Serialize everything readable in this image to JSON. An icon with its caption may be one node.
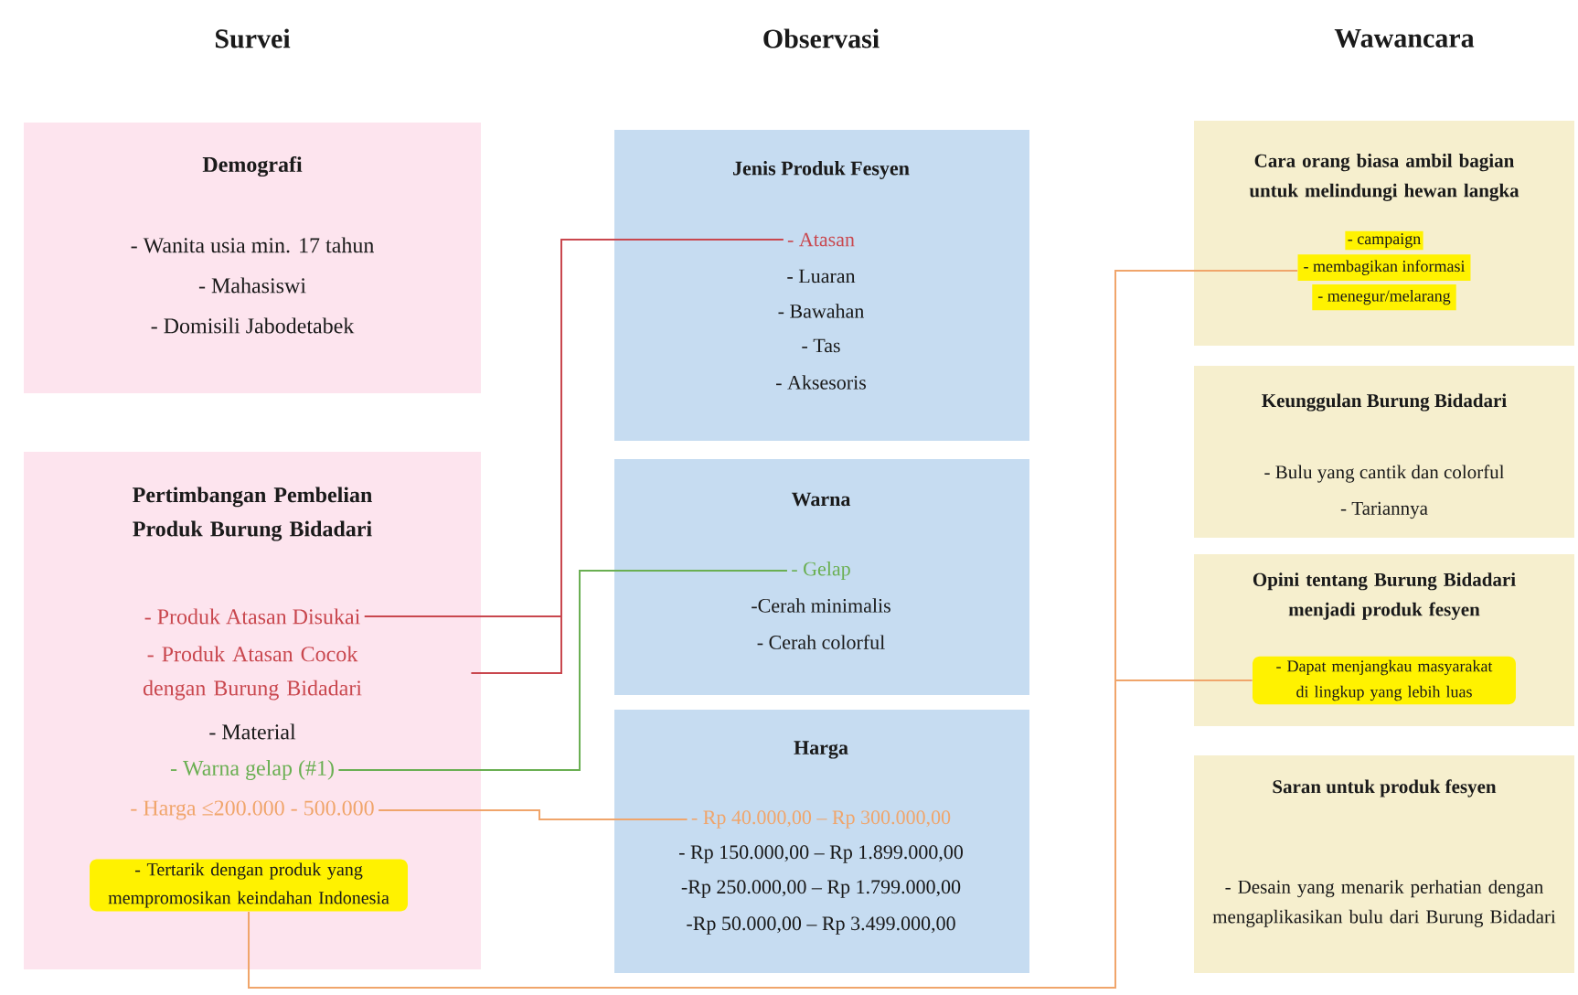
{
  "diagram": {
    "nodes": [
      {
        "text": [
          "Demografi",
          "- Wanita usia min. 17 tahun",
          "- Mahasiswi",
          "- Domisili Jabodetabek"
        ]
      },
      {
        "text": [
          "Pertimbangan Pembelian Produk Burung Bidadari",
          "- Material"
        ]
      },
      {
        "text": [
          "- Produk Atasan Disukai"
        ],
        "in": 1
      },
      {
        "text": [
          "- Produk Atasan Cocok dengan Burung Bidadari"
        ],
        "in": 1
      },
      {
        "text": [
          "- Warna gelap (#1)"
        ],
        "in": 1
      },
      {
        "text": [
          "- Harga ≤200.000 - 500.000"
        ],
        "in": 1
      },
      {
        "text": [
          "- Tertarik dengan produk yang mempromosikan keindahan Indonesia"
        ],
        "in": 1
      },
      {
        "text": [
          "Jenis Produk Fesyen",
          "- Luaran",
          "- Bawahan",
          "- Tas",
          "- Aksesoris"
        ]
      },
      {
        "text": [
          "- Atasan"
        ],
        "in": 7
      },
      {
        "text": [
          "Warna",
          "-Cerah minimalis",
          "- Cerah colorful"
        ]
      },
      {
        "text": [
          "- Gelap"
        ],
        "in": 9
      },
      {
        "text": [
          "Harga",
          "- Rp 150.000,00 – Rp 1.899.000,00",
          "-Rp 250.000,00 – Rp 1.799.000,00",
          "-Rp 50.000,00 – Rp 3.499.000,00"
        ]
      },
      {
        "text": [
          "- Rp 40.000,00 – Rp 300.000,00"
        ],
        "in": 11
      },
      {
        "text": [
          "Cara orang biasa ambil bagian untuk melindungi hewan langka"
        ]
      },
      {
        "text": [
          "- campaign",
          "- membagikan informasi",
          "- menegur/melarang"
        ],
        "in": 13
      },
      {
        "text": [
          "Keunggulan Burung Bidadari",
          "- Bulu yang cantik dan colorful",
          "- Tariannya"
        ]
      },
      {
        "text": [
          "Opini tentang Burung Bidadari menjadi produk fesyen"
        ]
      },
      {
        "text": [
          "- Dapat menjangkau masyarakat di lingkup yang lebih luas"
        ],
        "in": 16
      },
      {
        "text": [
          "Saran untuk produk fesyen",
          "- Desain yang menarik perhatian dengan mengaplikasikan bulu dari Burung Bidadari"
        ]
      }
    ],
    "edges": [
      {
        "from": 2,
        "to": 8,
        "arrow": "none",
        "color": "#c9474e"
      },
      {
        "from": 3,
        "to": 8,
        "arrow": "none",
        "color": "#c9474e"
      },
      {
        "from": 4,
        "to": 10,
        "arrow": "none",
        "color": "#6aaf52"
      },
      {
        "from": 5,
        "to": 12,
        "arrow": "none"
      },
      {
        "from": 6,
        "to": 14,
        "arrow": "none"
      },
      {
        "from": 6,
        "to": 17,
        "arrow": "none"
      }
    ],
    "labels": [
      "Survei",
      "Observasi",
      "Wawancara"
    ]
  }
}
